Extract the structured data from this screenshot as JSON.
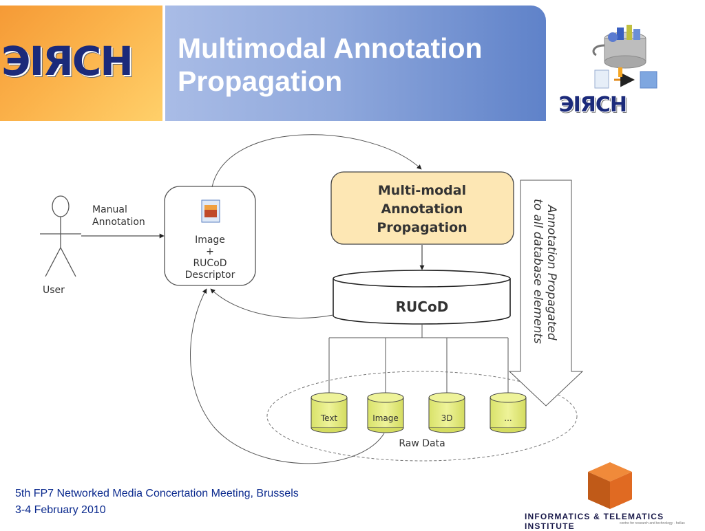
{
  "header": {
    "logo_text": "ЭIЯCH",
    "title_line1": "Multimodal Annotation",
    "title_line2": "Propagation",
    "brand_text": "ЭIЯCH"
  },
  "diagram": {
    "user_label": "User",
    "manual_line1": "Manual",
    "manual_line2": "Annotation",
    "image_box": [
      "Image",
      "+",
      "RUCoD",
      "Descriptor"
    ],
    "propagation_box": [
      "Multi-modal",
      "Annotation",
      "Propagation"
    ],
    "database_label": "RUCoD",
    "arrow_line1": "Annotation Propagated",
    "arrow_line2": "to all database elements",
    "raw_items": [
      "Text",
      "Image",
      "3D",
      "..."
    ],
    "raw_data_label": "Raw Data"
  },
  "footer": {
    "line1": "5th FP7 Networked Media Concertation Meeting, Brussels",
    "line2": "3-4 February 2010",
    "institute": "INFORMATICS & TELEMATICS INSTITUTE",
    "institute_sub": "centre for research and technology · hellas"
  },
  "colors": {
    "header_orange": "#f59a36",
    "header_blue": "#7f9ad6",
    "propagation_fill": "#fde7b4",
    "raw_fill": "#e6ee8a",
    "brand_navy": "#1b2a7a",
    "footer_text": "#0b2a8e"
  }
}
